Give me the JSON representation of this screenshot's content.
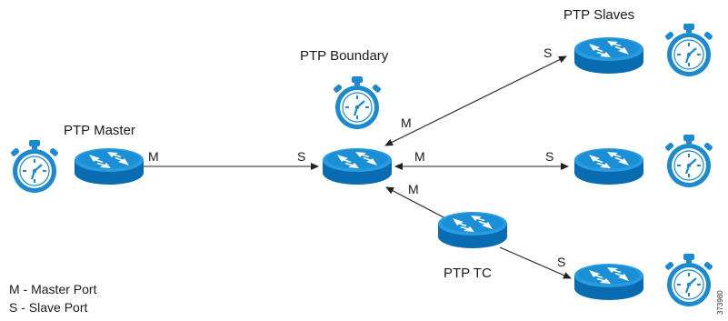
{
  "labels": {
    "master": "PTP Master",
    "boundary": "PTP Boundary",
    "slaves": "PTP Slaves",
    "tc": "PTP TC"
  },
  "ports": {
    "master_out": "M",
    "boundary_in": "S",
    "boundary_up_master": "M",
    "slave1_in": "S",
    "boundary_mid_master": "M",
    "slave2_in": "S",
    "boundary_low_master": "M",
    "slave3_in": "S"
  },
  "legend": {
    "master_port": "M - Master Port",
    "slave_port": "S - Slave Port"
  },
  "figure_id": "373980",
  "colors": {
    "router_top": "#1a8fd6",
    "router_side": "#0a6cb0",
    "clock_face": "#1b8ad1",
    "line": "#222222"
  }
}
